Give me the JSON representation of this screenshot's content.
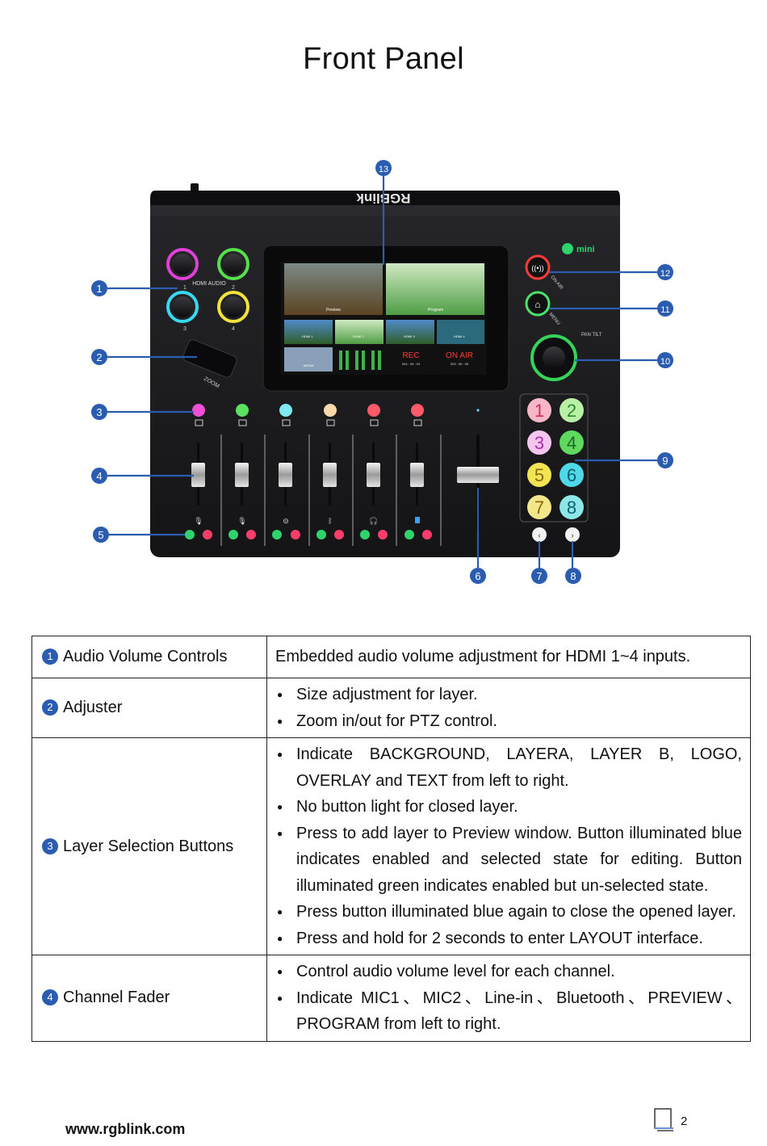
{
  "page": {
    "title": "Front Panel",
    "footer_url": "www.rgblink.com",
    "page_number": "2"
  },
  "device": {
    "brand": "RGBlink",
    "product_logo": "mini",
    "hdmi_audio_label": "HDMI AUDIO",
    "knob_labels": [
      "1",
      "2",
      "3",
      "4"
    ],
    "zoom_label": "ZOOM",
    "pan_tilt_label": "PAN TILT",
    "on_air_label": "ON AIR",
    "menu_label": "MENU",
    "screen": {
      "preview_label": "Preview",
      "program_label": "Program",
      "thumb_labels": [
        "HDMI 1",
        "HDMI 2",
        "HDMI 3",
        "HDMI 4"
      ],
      "media_label": "MEDIA",
      "rec_label": "REC",
      "rec_time": "004 : 05 : 04",
      "on_air_label": "ON AIR",
      "on_air_time": "003 : 06 : 06"
    },
    "number_buttons": [
      "1",
      "2",
      "3",
      "4",
      "5",
      "6",
      "7",
      "8"
    ],
    "callouts": [
      "1",
      "2",
      "3",
      "4",
      "5",
      "6",
      "7",
      "8",
      "9",
      "10",
      "11",
      "12",
      "13"
    ],
    "colors": {
      "knob_1": "#e040d8",
      "knob_2": "#55e04a",
      "knob_3": "#38d8f0",
      "knob_4": "#f2e23a",
      "callout": "#2a5db0",
      "device_body": "#1c1c1e"
    }
  },
  "spec_table": [
    {
      "num": "1",
      "name": "Audio Volume Controls",
      "text": "Embedded audio volume adjustment for HDMI 1~4 inputs."
    },
    {
      "num": "2",
      "name": "Adjuster",
      "bullets": [
        "Size adjustment for layer.",
        "Zoom in/out for PTZ control."
      ]
    },
    {
      "num": "3",
      "name": "Layer Selection Buttons",
      "bullets": [
        "Indicate BACKGROUND, LAYERA, LAYER B, LOGO, OVERLAY and TEXT from left to right.",
        "No button light for closed layer.",
        "Press to add layer to Preview window. Button illuminated blue indicates enabled and selected state for editing. Button illuminated green indicates enabled but un-selected state.",
        "Press button illuminated blue again to close the opened layer.",
        "Press and hold for 2 seconds to enter LAYOUT interface."
      ]
    },
    {
      "num": "4",
      "name": "Channel Fader",
      "bullets": [
        "Control audio volume level for each channel.",
        "Indicate MIC1、MIC2、Line-in、Bluetooth、PREVIEW、PROGRAM from left to right."
      ]
    }
  ]
}
